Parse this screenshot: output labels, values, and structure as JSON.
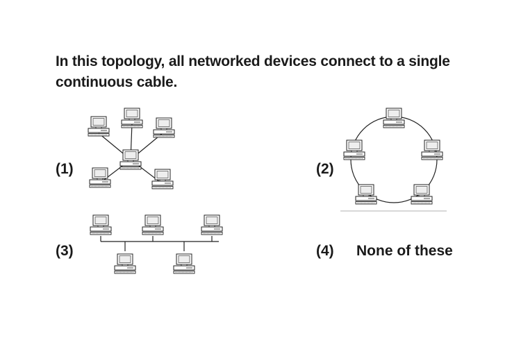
{
  "question": {
    "text": "In this topology, all networked devices connect to a single continuous cable."
  },
  "options": [
    {
      "label": "(1)",
      "icon": "star-topology-icon",
      "text": ""
    },
    {
      "label": "(2)",
      "icon": "ring-topology-icon",
      "text": ""
    },
    {
      "label": "(3)",
      "icon": "bus-topology-icon",
      "text": ""
    },
    {
      "label": "(4)",
      "icon": "",
      "text": "None of these"
    }
  ],
  "colors": {
    "text": "#1a1a1a",
    "line": "#222222"
  }
}
